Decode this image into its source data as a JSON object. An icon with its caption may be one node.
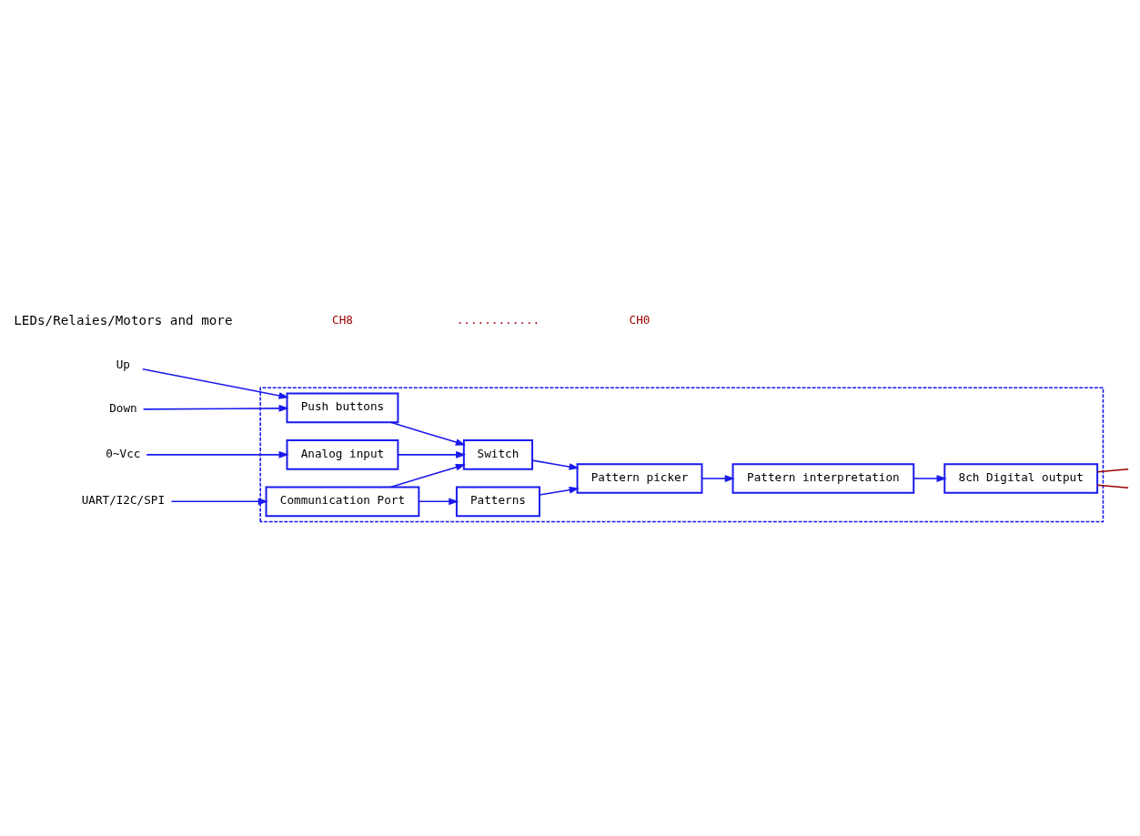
{
  "diagram": {
    "nodes": [
      {
        "text": [],
        "shape": "box"
      },
      {
        "text": [
          "8ch Digital output"
        ],
        "in": 0
      },
      {
        "text": [
          "Push buttons"
        ],
        "in": 0
      },
      {
        "text": [
          "Pattern interpretation"
        ],
        "in": 0
      },
      {
        "text": [
          "Switch"
        ],
        "in": 0
      },
      {
        "text": [
          "Pattern picker"
        ],
        "in": 0
      },
      {
        "text": [
          "Analog input"
        ],
        "in": 0
      },
      {
        "text": [
          "Patterns"
        ],
        "in": 0
      },
      {
        "text": [
          "Communication Port"
        ],
        "in": 0
      },
      {
        "text": [
          "Up"
        ]
      },
      {
        "text": [
          "Down"
        ]
      },
      {
        "text": [
          "0~Vcc"
        ]
      },
      {
        "text": [
          "UART/I2C/SPI"
        ]
      }
    ],
    "edges": [
      {
        "from": 1,
        "to": null,
        "arrow": "none",
        "color": "#a00000"
      },
      {
        "from": 1,
        "to": null,
        "arrow": "none",
        "color": "#a00000"
      },
      {
        "from": 3,
        "to": 1,
        "arrow": "to"
      },
      {
        "from": 9,
        "to": 2,
        "arrow": "to"
      },
      {
        "from": 10,
        "to": 2,
        "arrow": "to"
      },
      {
        "from": 2,
        "to": 4,
        "arrow": "to"
      },
      {
        "from": 5,
        "to": 3,
        "arrow": "to"
      },
      {
        "from": 6,
        "to": 4,
        "arrow": "to"
      },
      {
        "from": 4,
        "to": 5,
        "arrow": "to"
      },
      {
        "from": 7,
        "to": 5,
        "arrow": "to"
      },
      {
        "from": 11,
        "to": 6,
        "arrow": "to"
      },
      {
        "from": 8,
        "to": 4,
        "arrow": "to"
      },
      {
        "from": 12,
        "to": 8,
        "arrow": "to"
      },
      {
        "from": 8,
        "to": 7,
        "arrow": "to"
      }
    ],
    "labels": [
      "LEDs/Relaies/Motors and more",
      "CH8",
      "............",
      "CH0"
    ]
  }
}
